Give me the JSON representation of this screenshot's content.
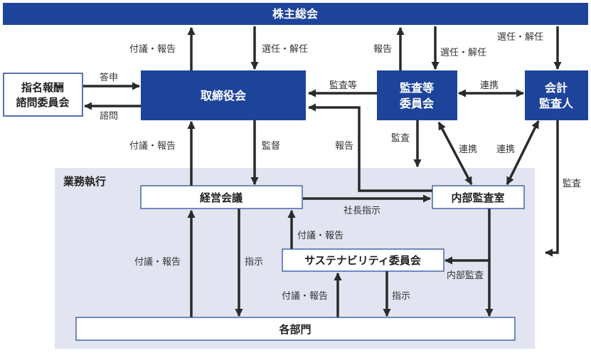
{
  "colors": {
    "primary_box": "#1d449a",
    "area_bg": "#e2e4f1",
    "line": "#2a2a2a",
    "border": "#1d449a"
  },
  "nodes": {
    "shareholders": "株主総会",
    "board": "取締役会",
    "nomination_line1": "指名報酬",
    "nomination_line2": "諮問委員会",
    "audit_committee_line1": "監査等",
    "audit_committee_line2": "委員会",
    "accounting_auditor_line1": "会計",
    "accounting_auditor_line2": "監査人",
    "business_execution": "業務執行",
    "management_meeting": "経営会議",
    "internal_audit": "内部監査室",
    "sustainability": "サステナビリティ委員会",
    "departments": "各部門"
  },
  "labels": {
    "board_to_shareholders": "付議・報告",
    "shareholders_to_board": "選任・解任",
    "audit_to_shareholders": "報告",
    "shareholders_to_audit": "選任・解任",
    "shareholders_to_accountant": "選任・解任",
    "answer": "答申",
    "inquiry": "諮問",
    "audit_etc": "監査等",
    "cooperation_top": "連携",
    "mgmt_to_board": "付議・報告",
    "supervision": "監督",
    "internal_to_board": "報告",
    "audit_to_internal": "監査",
    "cooperation_audit_internal": "連携",
    "cooperation_accountant_internal": "連携",
    "accountant_audit": "監査",
    "president_instruction": "社長指示",
    "sust_to_mgmt": "付議・報告",
    "dept_to_mgmt": "付議・報告",
    "mgmt_instruction": "指示",
    "internal_audit_label": "内部監査",
    "dept_to_sust": "付議・報告",
    "sust_instruction": "指示"
  }
}
